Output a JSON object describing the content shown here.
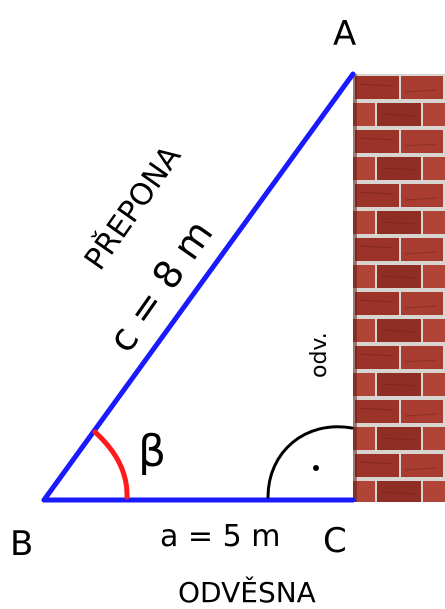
{
  "vertices": {
    "a": "A",
    "b": "B",
    "c": "C"
  },
  "labels": {
    "hypotenuse_title": "PŘEPONA",
    "hypotenuse_length": "c = 8 m",
    "angle": "β",
    "bottom_length": "a = 5 m",
    "bottom_title": "ODVĚSNA",
    "wall_side": "odv."
  },
  "colors": {
    "triangle": "#1a1aff",
    "angle_arc": "#ff1a1a",
    "ink": "#000000",
    "mortar": "#d8d4cf",
    "brick_dark": "#8f2f27",
    "brick_light": "#b6463a"
  }
}
